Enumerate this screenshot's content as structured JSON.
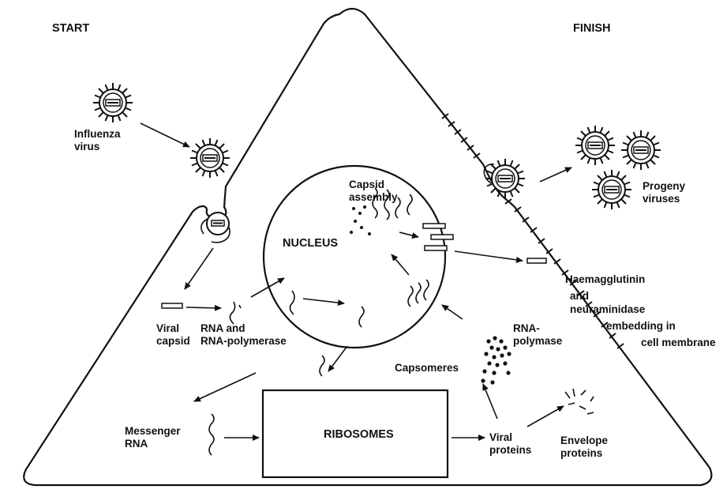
{
  "labels": {
    "start": "START",
    "finish": "FINISH",
    "influenza_line1": "Influenza",
    "influenza_line2": "virus",
    "capsid_assembly_line1": "Capsid",
    "capsid_assembly_line2": "assembly",
    "progeny_line1": "Progeny",
    "progeny_line2": "viruses",
    "nucleus": "NUCLEUS",
    "haem_line1": "Haemagglutinin",
    "haem_line2": "and",
    "haem_line3": "neuraminidase",
    "haem_line4": "embedding in",
    "haem_line5": "cell membrane",
    "viral_capsid_line1": "Viral",
    "viral_capsid_line2": "capsid",
    "rna_poly_line1": "RNA and",
    "rna_poly_line2": "RNA-polymerase",
    "rna_polymase_line1": "RNA-",
    "rna_polymase_line2": "polymase",
    "capsomeres": "Capsomeres",
    "messenger_line1": "Messenger",
    "messenger_line2": "RNA",
    "ribosomes": "RIBOSOMES",
    "viral_proteins_line1": "Viral",
    "viral_proteins_line2": "proteins",
    "envelope_line1": "Envelope",
    "envelope_line2": "proteins"
  },
  "colors": {
    "ink": "#111111",
    "paper": "#ffffff"
  }
}
